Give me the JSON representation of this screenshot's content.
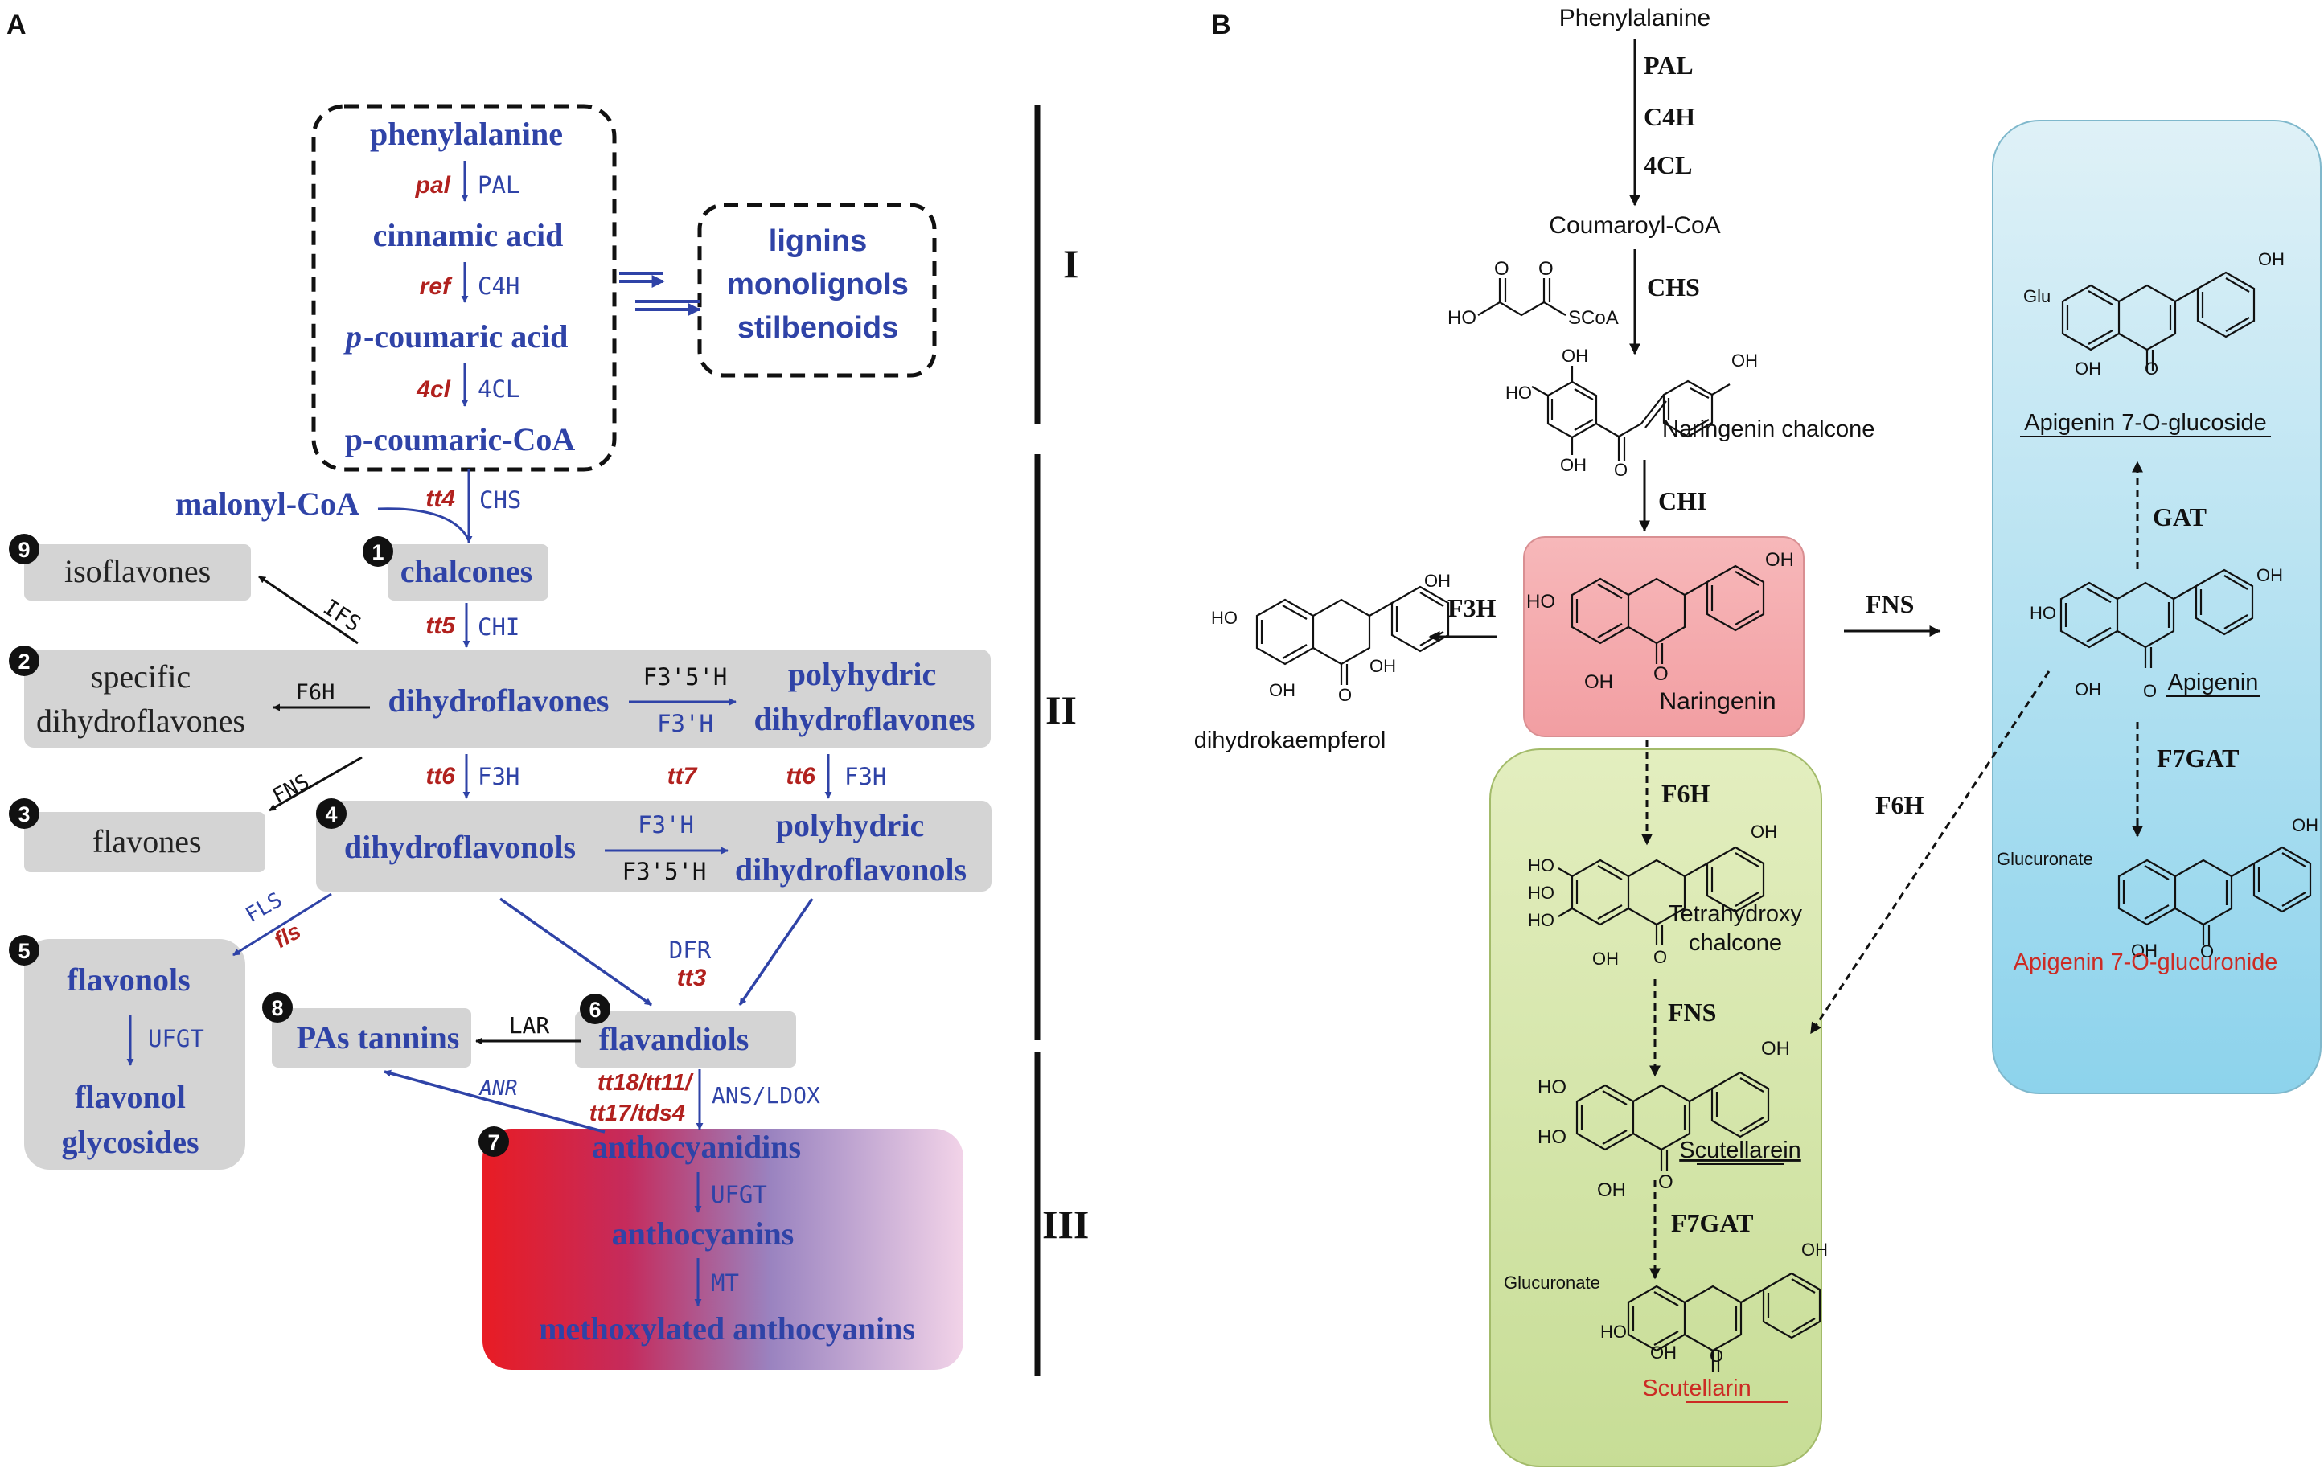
{
  "panels": {
    "a": "A",
    "b": "B"
  },
  "colors": {
    "blue": "#2f43a7",
    "red": "#b1211e",
    "gray_box": "#d4d4d4",
    "naringenin_box": "#f4aaad",
    "green_box": "#cfe2a4",
    "blue_box": "#aadcee"
  },
  "panel_a": {
    "phenylalanine": "phenylalanine",
    "cinnamic_acid": "cinnamic acid",
    "p": "p",
    "p_coumaric_acid_rest": "-coumaric acid",
    "p_coumaric_coa": "p-coumaric-CoA",
    "genes": {
      "pal": "pal",
      "ref": "ref",
      "c4h_gene": "4cl"
    },
    "enzymes": {
      "pal": "PAL",
      "c4h": "C4H",
      "c4l": "4CL"
    },
    "lignins": "lignins",
    "monolignols": "monolignols",
    "stilbenoids": "stilbenoids",
    "roman": [
      "I",
      "II",
      "III"
    ],
    "malonyl": "malonyl-CoA",
    "tt4": "tt4",
    "chs": "CHS",
    "chalcones": "chalcones",
    "tt5": "tt5",
    "chi": "CHI",
    "isoflavones": "isoflavones",
    "ifs": "IFS",
    "specific": "specific",
    "specific_dihydroflavones": "dihydroflavones",
    "f6h": "F6H",
    "dihydroflavones": "dihydroflavones",
    "f35h_top": "F3'5'H",
    "f3h_prime_top": "F3'H",
    "polyhydric": "polyhydric",
    "polyhydric_dihydroflavones": "dihydroflavones",
    "fns": "FNS",
    "flavones": "flavones",
    "tt6_left": "tt6",
    "f3h_left": "F3H",
    "tt7": "tt7",
    "tt6_right": "tt6",
    "f3h_right": "F3H",
    "dihydroflavonols": "dihydroflavonols",
    "f3h_prime_mid": "F3'H",
    "f35h_mid": "F3'5'H",
    "polyhydric2": "polyhydric",
    "polyhydric_dihydroflavonols": "dihydroflavonols",
    "fls": "FLS",
    "fls_gene": "fls",
    "dfr": "DFR",
    "tt3": "tt3",
    "flavonols": "flavonols",
    "ufgt_left": "UFGT",
    "flavonol": "flavonol",
    "glycosides": "glycosides",
    "pas_tannins": "PAs tannins",
    "lar": "LAR",
    "flavandiols": "flavandiols",
    "anr": "ANR",
    "tt18": "tt18/tt11/",
    "tt17": "tt17/tds4",
    "ans_ldox": "ANS/LDOX",
    "anthocyanidins": "anthocyanidins",
    "ufgt_right": "UFGT",
    "anthocyanins": "anthocyanins",
    "mt": "MT",
    "methoxylated": "methoxylated anthocyanins",
    "badges": [
      "1",
      "2",
      "3",
      "4",
      "5",
      "6",
      "7",
      "8",
      "9"
    ]
  },
  "panel_b": {
    "phenylalanine": "Phenylalanine",
    "pal": "PAL",
    "c4h": "C4H",
    "c4l": "4CL",
    "coumaroyl": "Coumaroyl-CoA",
    "chs": "CHS",
    "ho": "HO",
    "scoa": "SCoA",
    "oh": "OH",
    "o": "O",
    "naringenin_chalcone": "Naringenin  chalcone",
    "chi": "CHI",
    "naringenin": "Naringenin",
    "f3h": "F3H",
    "dihydrokaempferol": "dihydrokaempferol",
    "fns_right": "FNS",
    "f6h_out": "F6H",
    "f6h_in": "F6H",
    "tetrahydroxy": "Tetrahydroxy",
    "chalcone_word": "chalcone",
    "fns_mid": "FNS",
    "scutellarein": "Scutellarein",
    "f7gat_mid": "F7GAT",
    "glucuronate": "Glucuronate",
    "scutellarin": "Scutellarin",
    "glu": "Glu",
    "apigenin_glucoside": "Apigenin 7-O-glucoside",
    "gat": "GAT",
    "apigenin": "Apigenin",
    "f7gat_right": "F7GAT",
    "apigenin_glucuronide": "Apigenin 7-O-glucuronide"
  }
}
